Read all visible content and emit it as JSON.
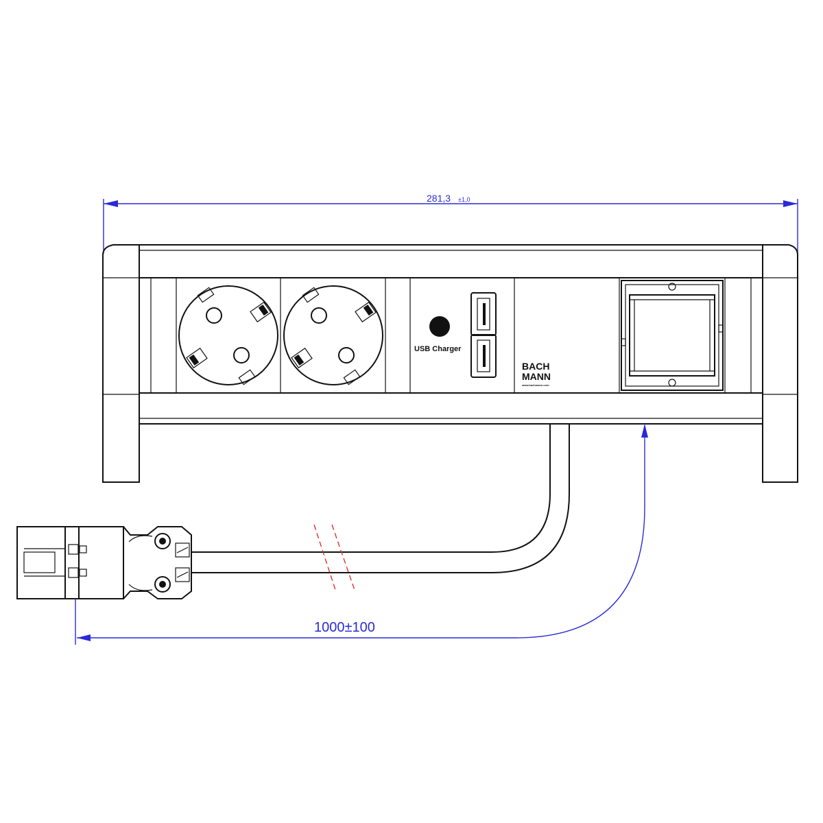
{
  "dimensions": {
    "width_main": "281,3",
    "width_tolerance": "±1,0",
    "cable_length": "1000±100"
  },
  "modules": {
    "usb_label": "USB Charger",
    "brand_line1": "BACH",
    "brand_line2": "MANN",
    "brand_small": "www.bachmann.com"
  },
  "colors": {
    "outline": "#111111",
    "dimension": "#2a2ad6",
    "break_mark": "#e03030"
  }
}
